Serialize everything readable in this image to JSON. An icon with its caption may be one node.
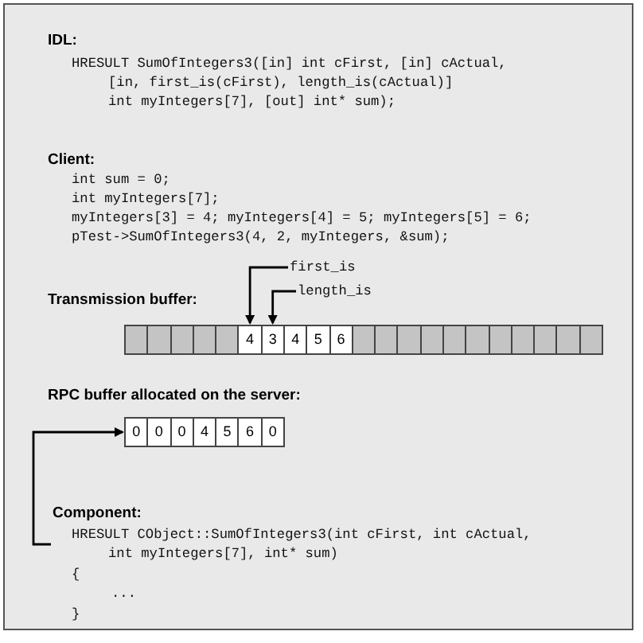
{
  "diagram": {
    "nodes": [
      {
        "text": [
          "first_is"
        ]
      },
      {
        "text": [
          "length_is"
        ]
      },
      {
        "text": [
          "Transmission buffer:"
        ]
      },
      {
        "text": [],
        "shape": "box",
        "in": 2
      },
      {
        "text": [],
        "shape": "box",
        "in": 2
      },
      {
        "text": [],
        "shape": "box",
        "in": 2
      },
      {
        "text": [],
        "shape": "box",
        "in": 2
      },
      {
        "text": [],
        "shape": "box",
        "in": 2
      },
      {
        "text": [
          "4"
        ],
        "in": 2
      },
      {
        "text": [
          "3"
        ],
        "in": 2
      },
      {
        "text": [
          "4"
        ],
        "in": 2
      },
      {
        "text": [
          "5"
        ],
        "in": 2
      },
      {
        "text": [
          "6"
        ],
        "in": 2
      },
      {
        "text": [],
        "shape": "box",
        "in": 2
      },
      {
        "text": [],
        "shape": "box",
        "in": 2
      },
      {
        "text": [],
        "shape": "box",
        "in": 2
      },
      {
        "text": [],
        "shape": "box",
        "in": 2
      },
      {
        "text": [],
        "shape": "box",
        "in": 2
      },
      {
        "text": [],
        "shape": "box",
        "in": 2
      },
      {
        "text": [],
        "shape": "box",
        "in": 2
      },
      {
        "text": [],
        "shape": "box",
        "in": 2
      },
      {
        "text": [],
        "shape": "box",
        "in": 2
      },
      {
        "text": [],
        "shape": "box",
        "in": 2
      },
      {
        "text": [],
        "shape": "box",
        "in": 2
      },
      {
        "text": [
          "RPC buffer allocated on the server:"
        ]
      },
      {
        "text": [
          "0"
        ],
        "in": 24
      },
      {
        "text": [
          "0"
        ],
        "in": 24
      },
      {
        "text": [
          "0"
        ],
        "in": 24
      },
      {
        "text": [
          "4"
        ],
        "in": 24
      },
      {
        "text": [
          "5"
        ],
        "in": 24
      },
      {
        "text": [
          "6"
        ],
        "in": 24
      },
      {
        "text": [
          "0"
        ],
        "in": 24
      },
      {
        "text": [
          "Component:",
          "HRESULT CObject::SumOfIntegers3(int cFirst, int cActual,",
          "int myIntegers[7], int* sum)",
          "{",
          "...",
          "}"
        ]
      }
    ],
    "edges": [
      {
        "from": 0,
        "to": 8,
        "arrow": "to"
      },
      {
        "from": 1,
        "to": 9,
        "arrow": "to"
      },
      {
        "from": 32,
        "to": 24,
        "arrow": "to"
      }
    ],
    "labels": [
      "IDL:",
      "HRESULT SumOfIntegers3([in] int cFirst, [in] cActual,",
      "[in, first_is(cFirst), length_is(cActual)]",
      "int myIntegers[7], [out] int* sum);",
      "Client:",
      "int sum = 0;",
      "int myIntegers[7];",
      "myIntegers[3] = 4; myIntegers[4] = 5; myIntegers[5] = 6;",
      "pTest->SumOfIntegers3(4, 2, myIntegers, &sum);"
    ]
  }
}
